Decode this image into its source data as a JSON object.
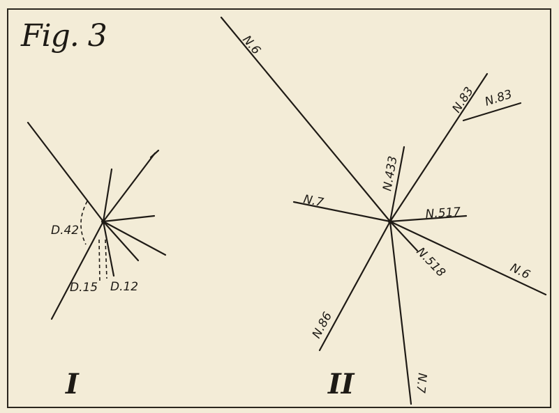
{
  "figure": {
    "title": "Fig. 3",
    "panel_labels": [
      "I",
      "II"
    ]
  },
  "panel_i": {
    "labels": [
      "D.42",
      "D.15",
      "D.12"
    ]
  },
  "panel_ii": {
    "labels": [
      "N.6",
      "N.83",
      "N.83",
      "N.433",
      "N.7",
      "N.517",
      "N.518",
      "N.6",
      "N.86",
      "N.7"
    ]
  },
  "colors": {
    "paper": "#f3ecd7",
    "ink": "#1d1a15"
  }
}
